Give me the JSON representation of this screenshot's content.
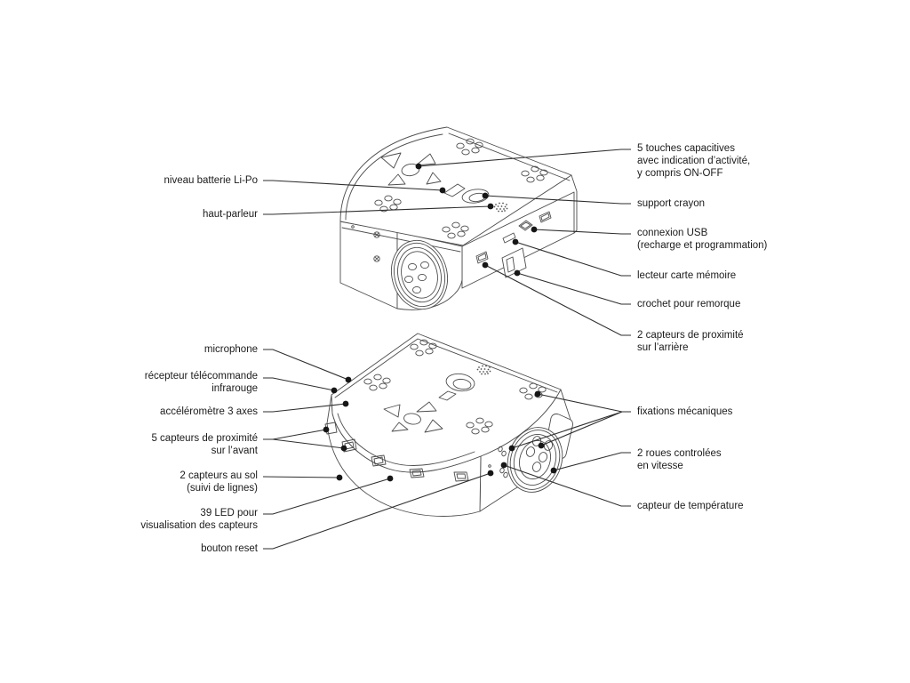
{
  "colors": {
    "background": "#ffffff",
    "ink": "#1b1b1b",
    "leader_line": "#2e2e2e",
    "drawing_stroke": "#4d4d4d"
  },
  "labels": {
    "battery": {
      "text": "niveau batterie Li-Po"
    },
    "speaker": {
      "text": "haut-parleur"
    },
    "touches": {
      "text": "5 touches capacitives\navec indication d’activité,\ny compris ON-OFF"
    },
    "pencil": {
      "text": "support crayon"
    },
    "usb": {
      "text": "connexion USB\n(recharge et programmation)"
    },
    "card": {
      "text": "lecteur carte mémoire"
    },
    "hook": {
      "text": "crochet pour remorque"
    },
    "rear_prox": {
      "text": "2 capteurs de proximité\nsur l’arrière"
    },
    "microphone": {
      "text": "microphone"
    },
    "ir_receiver": {
      "text": "récepteur télécommande\ninfrarouge"
    },
    "accelerometer": {
      "text": "accéléromètre 3 axes"
    },
    "front_prox": {
      "text": "5 capteurs de proximité\nsur l’avant"
    },
    "ground": {
      "text": "2 capteurs au sol\n(suivi de lignes)"
    },
    "leds": {
      "text": "39 LED pour\nvisualisation des capteurs"
    },
    "reset": {
      "text": "bouton reset"
    },
    "fixations": {
      "text": "fixations mécaniques"
    },
    "wheels": {
      "text": "2 roues controlées\nen vitesse"
    },
    "temperature": {
      "text": "capteur de température"
    }
  }
}
